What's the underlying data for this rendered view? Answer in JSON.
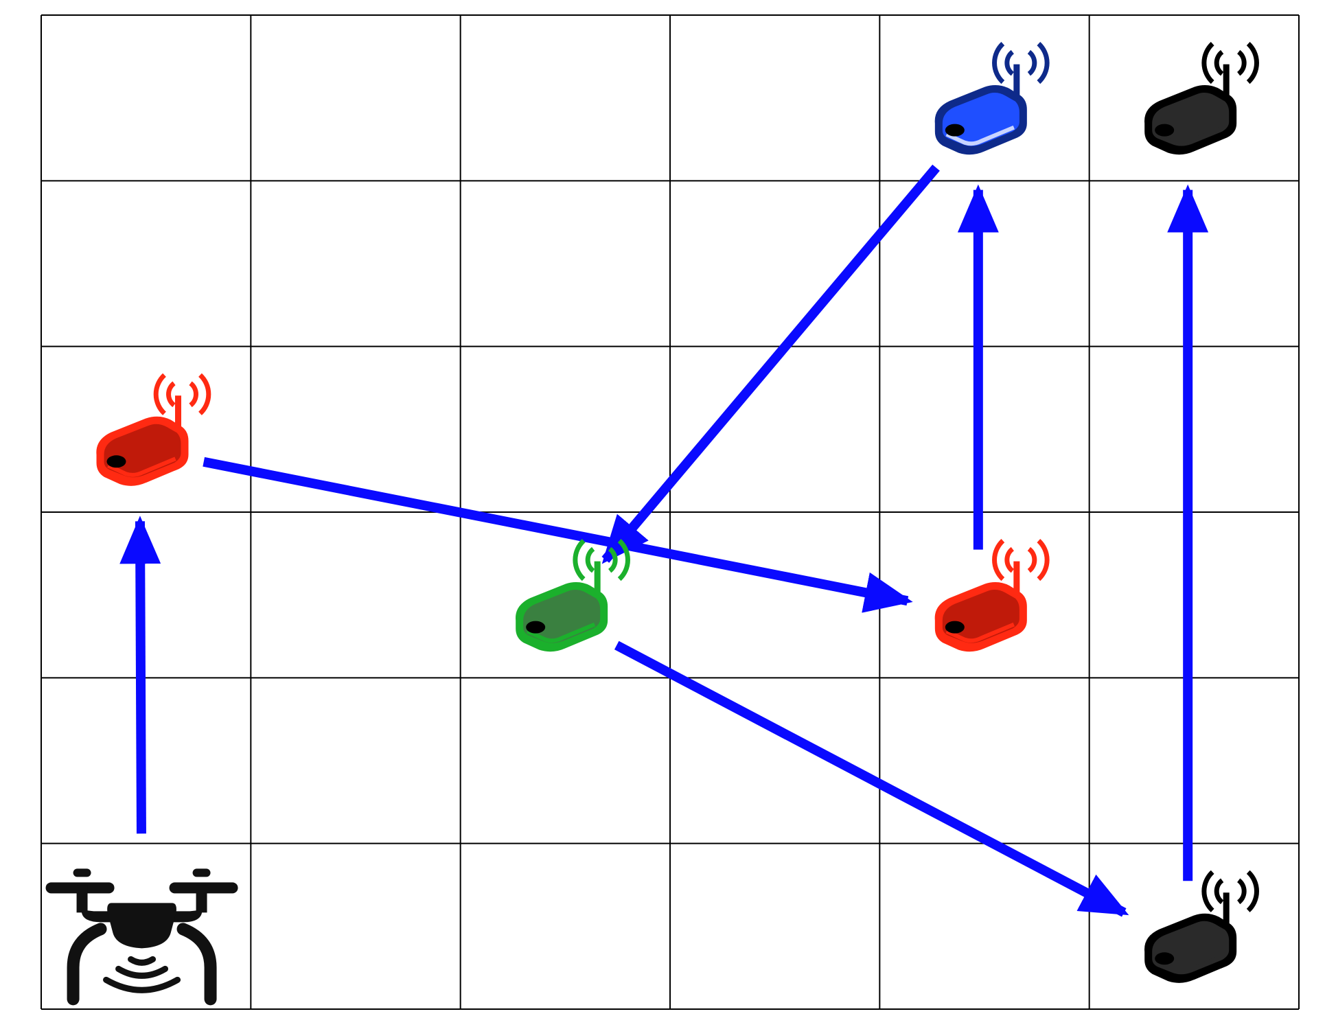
{
  "grid": {
    "cols": 6,
    "rows": 6,
    "line_color": "#000000"
  },
  "colors": {
    "arrow": "#0a0aff",
    "red": "#ff2a12",
    "red_dark": "#c01a0a",
    "green": "#1bb02c",
    "green_dark": "#3a8040",
    "blue": "#0e2a8a",
    "blue_fill": "#1f4fff",
    "blue_light": "#c8d4ff",
    "black": "#000000",
    "black_fill": "#2a2a2a"
  },
  "drone": {
    "icon": "drone-icon",
    "cell": [
      0,
      5
    ]
  },
  "sensors": [
    {
      "id": "sensor-red-a",
      "color": "red",
      "cell": [
        0,
        2
      ],
      "icon": "wireless-router-icon"
    },
    {
      "id": "sensor-green",
      "color": "green",
      "cell": [
        2,
        3
      ],
      "icon": "wireless-router-icon"
    },
    {
      "id": "sensor-red-b",
      "color": "red",
      "cell": [
        4,
        3
      ],
      "icon": "wireless-router-icon"
    },
    {
      "id": "sensor-blue",
      "color": "blue",
      "cell": [
        4,
        0
      ],
      "icon": "wireless-router-icon"
    },
    {
      "id": "sensor-black-top",
      "color": "black",
      "cell": [
        5,
        0
      ],
      "icon": "wireless-router-icon"
    },
    {
      "id": "sensor-black-bottom",
      "color": "black",
      "cell": [
        5,
        5
      ],
      "icon": "wireless-router-icon"
    }
  ],
  "path": [
    {
      "from": "drone",
      "to": "sensor-red-a"
    },
    {
      "from": "sensor-red-a",
      "to": "sensor-red-b"
    },
    {
      "from": "sensor-red-b",
      "to": "sensor-blue"
    },
    {
      "from": "sensor-blue",
      "to": "sensor-green"
    },
    {
      "from": "sensor-green",
      "to": "sensor-black-bottom"
    },
    {
      "from": "sensor-black-bottom",
      "to": "sensor-black-top"
    }
  ]
}
